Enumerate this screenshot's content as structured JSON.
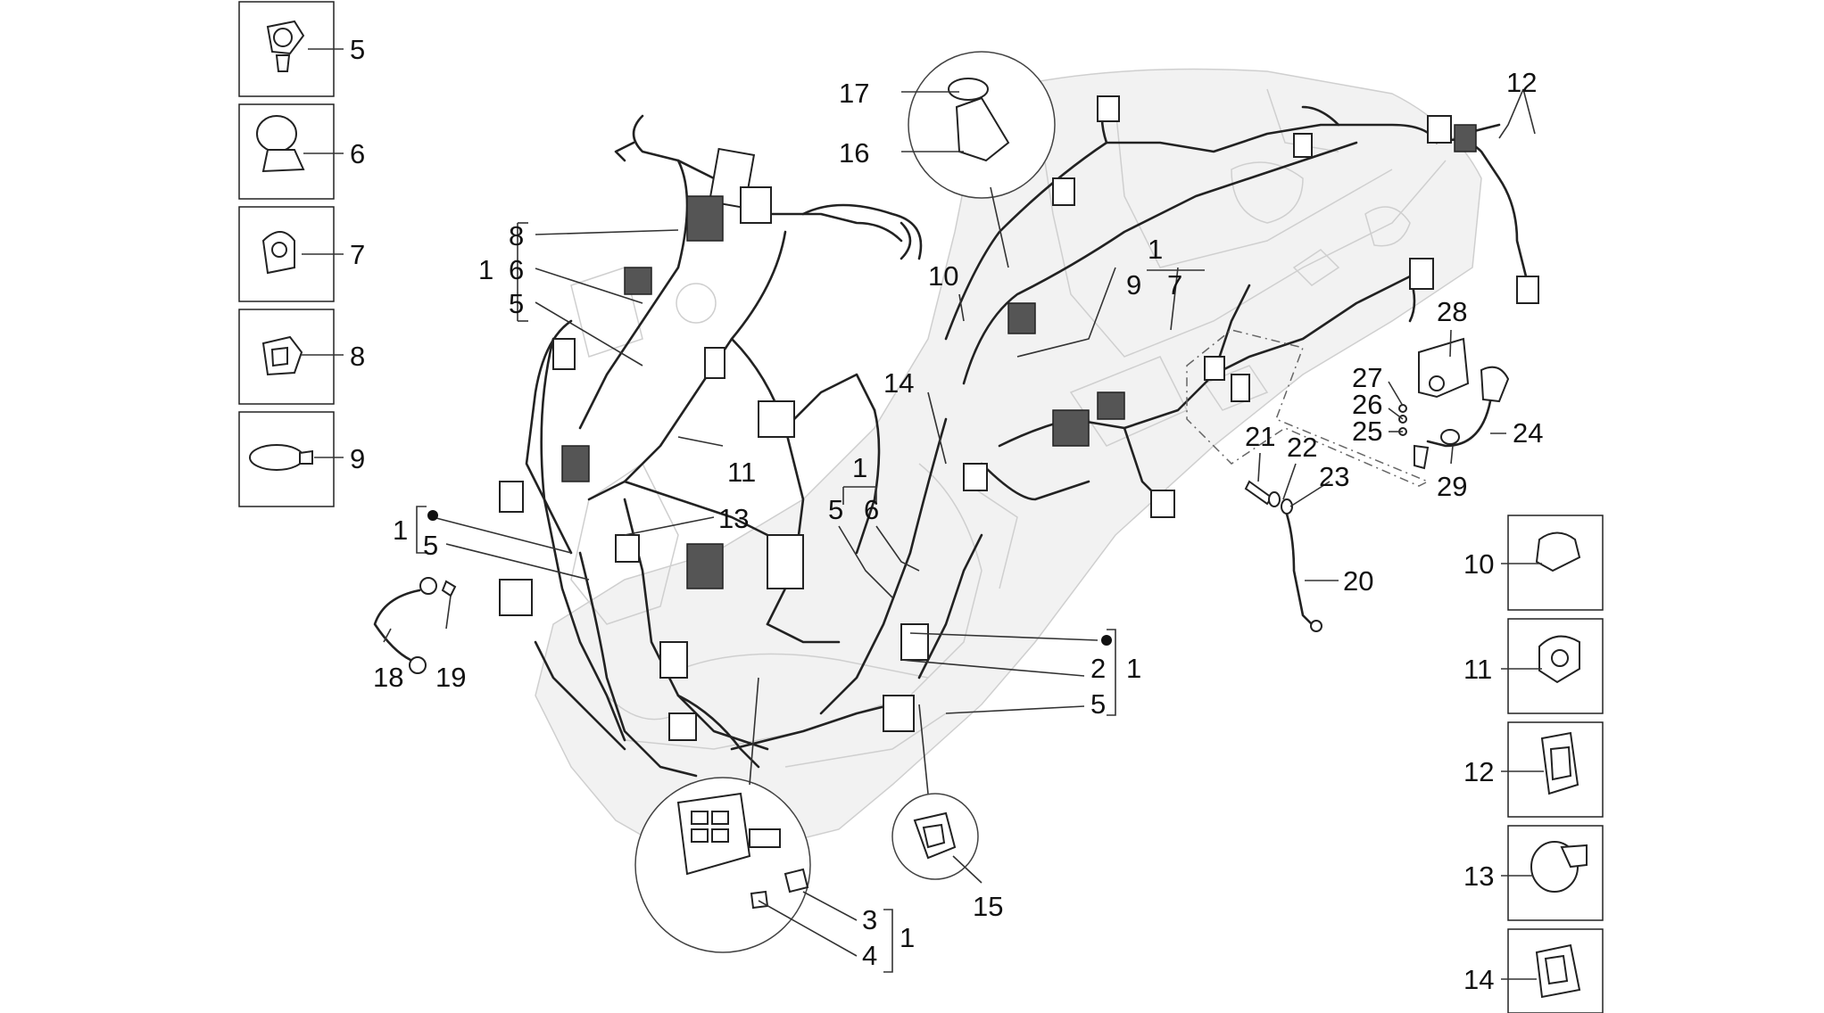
{
  "diagram": {
    "legend_numbers": [
      "5",
      "6",
      "7",
      "8",
      "9"
    ],
    "right_legend_numbers": [
      "10",
      "11",
      "12",
      "13",
      "14"
    ],
    "callouts": {
      "c17": "17",
      "c16": "16",
      "c12": "12",
      "c10": "10",
      "c1a": "1",
      "c9a": "9",
      "c7a": "7",
      "c28": "28",
      "c27": "27",
      "c26": "26",
      "c25": "25",
      "c24": "24",
      "c21": "21",
      "c22": "22",
      "c23": "23",
      "c29": "29",
      "c20": "20",
      "c14": "14",
      "c1b": "1",
      "c5a": "5",
      "c6a": "6",
      "c8b": "8",
      "c6b": "6",
      "c5b": "5",
      "c1c": "1",
      "c11": "11",
      "c13": "13",
      "c1d": "1",
      "c5c": "5",
      "c18": "18",
      "c19": "19",
      "c2": "2",
      "c1e": "1",
      "c5d": "5",
      "c3": "3",
      "c4": "4",
      "c1f": "1",
      "c15": "15"
    }
  }
}
